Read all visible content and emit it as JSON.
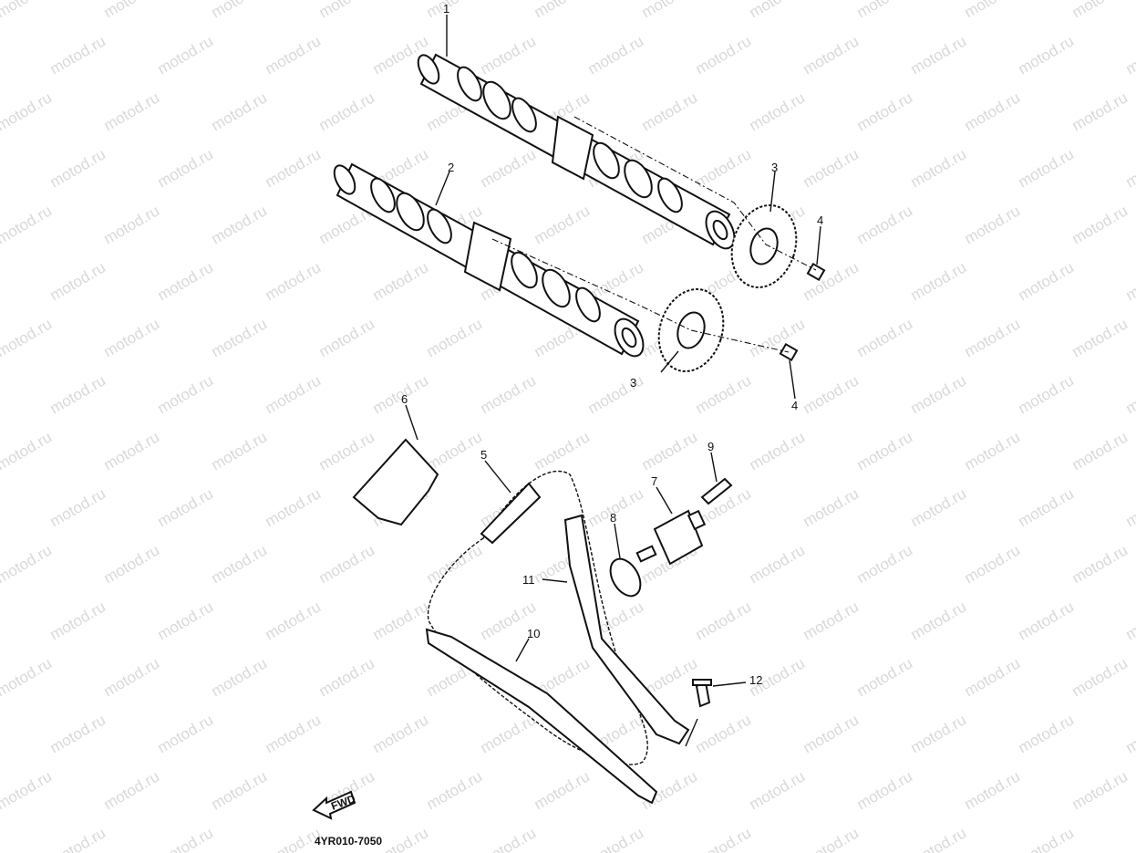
{
  "diagram": {
    "watermark": "motod.ru",
    "code": "4YR010-7050",
    "fwd_label": "FWD",
    "callouts": [
      {
        "id": "1",
        "label": "1"
      },
      {
        "id": "2",
        "label": "2"
      },
      {
        "id": "3a",
        "label": "3"
      },
      {
        "id": "3b",
        "label": "3"
      },
      {
        "id": "4a",
        "label": "4"
      },
      {
        "id": "4b",
        "label": "4"
      },
      {
        "id": "5",
        "label": "5"
      },
      {
        "id": "6",
        "label": "6"
      },
      {
        "id": "7",
        "label": "7"
      },
      {
        "id": "8",
        "label": "8"
      },
      {
        "id": "9",
        "label": "9"
      },
      {
        "id": "10",
        "label": "10"
      },
      {
        "id": "11",
        "label": "11"
      },
      {
        "id": "12",
        "label": "12"
      }
    ]
  }
}
